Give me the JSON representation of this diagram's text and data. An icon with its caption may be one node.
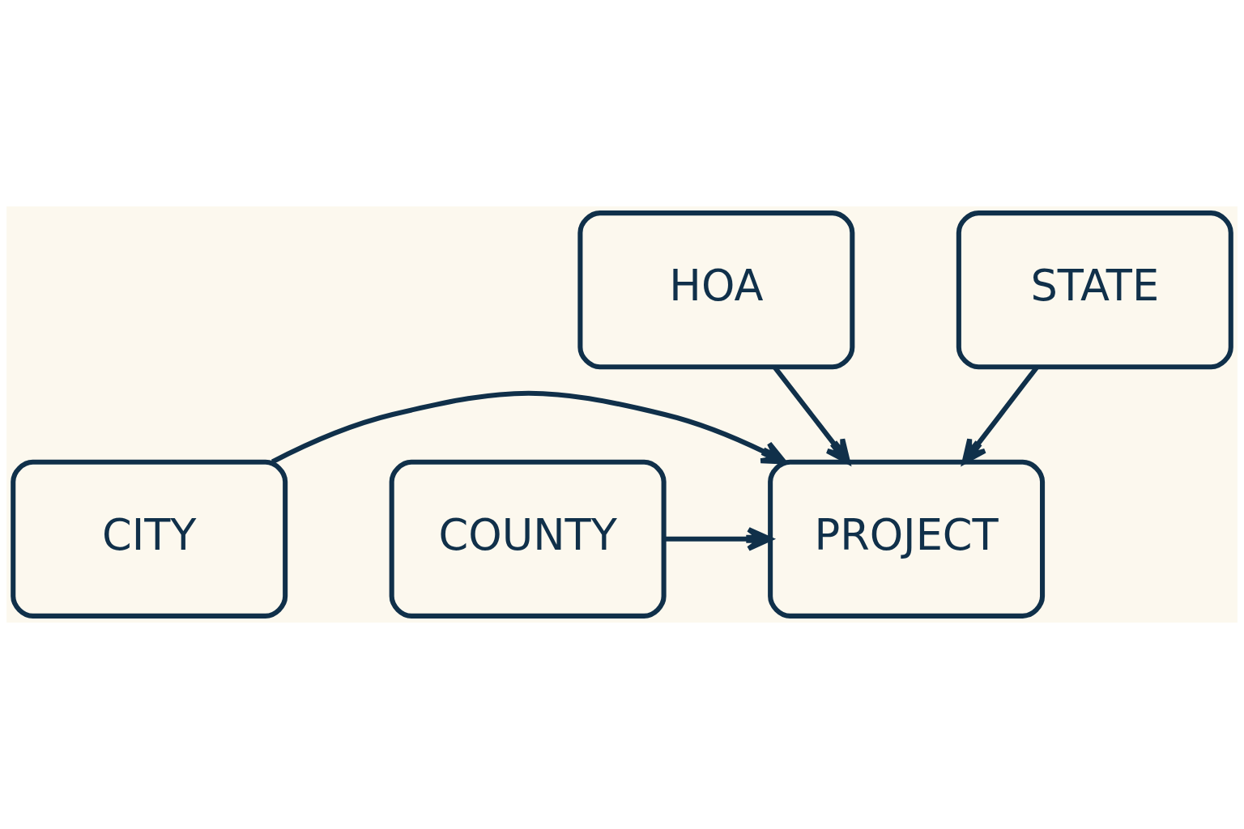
{
  "diagram": {
    "nodes": [
      {
        "text": [
          "HOA"
        ]
      },
      {
        "text": [
          "CITY"
        ]
      },
      {
        "text": [
          "COUNTY"
        ]
      },
      {
        "text": [
          "PROJECT"
        ]
      },
      {
        "text": [
          "STATE"
        ]
      }
    ],
    "edges": [
      {
        "from": 0,
        "to": 3,
        "arrow": "to"
      },
      {
        "from": 1,
        "to": 3,
        "arrow": "to"
      },
      {
        "from": 2,
        "to": 3,
        "arrow": "to"
      },
      {
        "from": 4,
        "to": 3,
        "arrow": "to"
      }
    ]
  }
}
